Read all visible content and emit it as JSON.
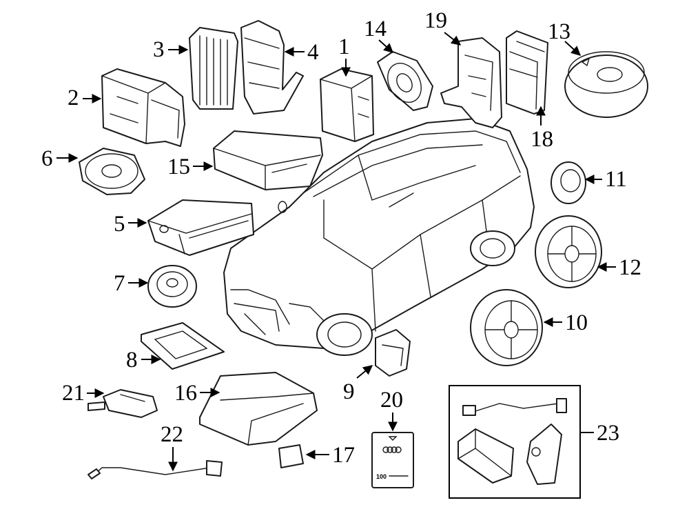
{
  "callouts": [
    {
      "id": "1",
      "label": "1"
    },
    {
      "id": "2",
      "label": "2"
    },
    {
      "id": "3",
      "label": "3"
    },
    {
      "id": "4",
      "label": "4"
    },
    {
      "id": "5",
      "label": "5"
    },
    {
      "id": "6",
      "label": "6"
    },
    {
      "id": "7",
      "label": "7"
    },
    {
      "id": "8",
      "label": "8"
    },
    {
      "id": "9",
      "label": "9"
    },
    {
      "id": "10",
      "label": "10"
    },
    {
      "id": "11",
      "label": "11"
    },
    {
      "id": "12",
      "label": "12"
    },
    {
      "id": "13",
      "label": "13"
    },
    {
      "id": "14",
      "label": "14"
    },
    {
      "id": "15",
      "label": "15"
    },
    {
      "id": "16",
      "label": "16"
    },
    {
      "id": "17",
      "label": "17"
    },
    {
      "id": "18",
      "label": "18"
    },
    {
      "id": "19",
      "label": "19"
    },
    {
      "id": "20",
      "label": "20"
    },
    {
      "id": "21",
      "label": "21"
    },
    {
      "id": "22",
      "label": "22"
    },
    {
      "id": "23",
      "label": "23"
    }
  ],
  "manual_card": {
    "logo_text": "100"
  },
  "colors": {
    "line": "#1a1a1a",
    "background": "#ffffff"
  }
}
